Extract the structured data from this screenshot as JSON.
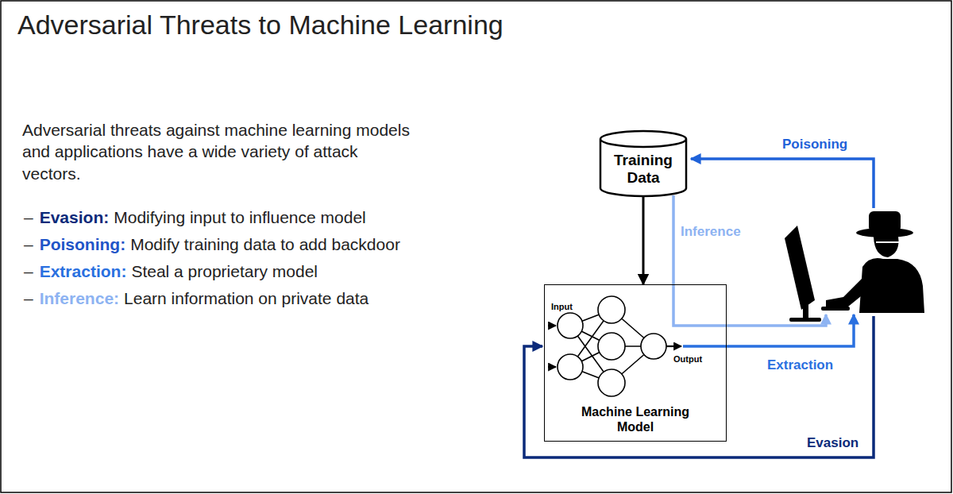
{
  "diagram": {
    "title": "Adversarial Threats to Machine Learning",
    "nodes": [
      {
        "text": [
          "Training Data"
        ]
      },
      {
        "text": [
          "Machine Learning Model"
        ]
      }
    ],
    "edges": [
      {
        "from": 0,
        "to": 1,
        "arrow": "to"
      }
    ],
    "labels": [
      "Adversarial threats against machine learning models and applications have a wide variety of attack vectors.",
      "–",
      "Evasion:",
      "Modifying input to influence model",
      "–",
      "Poisoning:",
      "Modify training data to add backdoor",
      "–",
      "Extraction:",
      "Steal a proprietary model",
      "–",
      "Inference:",
      "Learn information on private data",
      "Poisoning",
      "Inference",
      "Extraction",
      "Evasion",
      "Input",
      "Output"
    ]
  }
}
